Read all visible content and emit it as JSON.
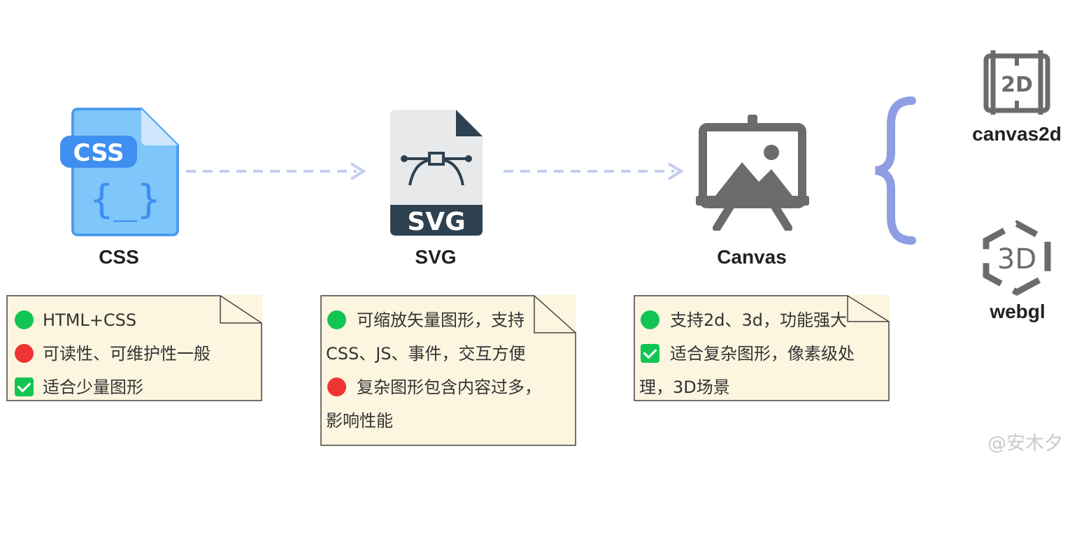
{
  "nodes": {
    "css": {
      "label": "CSS"
    },
    "svg": {
      "label": "SVG",
      "icon_text": "SVG"
    },
    "canvas": {
      "label": "Canvas"
    }
  },
  "canvas_types": {
    "canvas2d": {
      "label": "canvas2d",
      "icon_text": "2D"
    },
    "webgl": {
      "label": "webgl",
      "icon_text": "3D"
    }
  },
  "notes": {
    "css": [
      {
        "marker": "green-dot",
        "text": "HTML+CSS"
      },
      {
        "marker": "red-dot",
        "text": "可读性、可维护性一般"
      },
      {
        "marker": "check",
        "text": "适合少量图形"
      }
    ],
    "svg": [
      {
        "marker": "green-dot",
        "text": "可缩放矢量图形，支持CSS、JS、事件，交互方便"
      },
      {
        "marker": "red-dot",
        "text": "复杂图形包含内容过多，影响性能"
      }
    ],
    "canvas": [
      {
        "marker": "green-dot",
        "text": "支持2d、3d，功能强大"
      },
      {
        "marker": "check",
        "text": "适合复杂图形，像素级处理，3D场景"
      }
    ]
  },
  "watermark": "@安木夕",
  "colors": {
    "arrow": "#c3cdf0",
    "brace": "#8f9de3",
    "css_icon": "#7fc6fb",
    "svg_icon": "#2e4150",
    "canvas_icon": "#6b6b6b",
    "note_fill": "#fcf5df",
    "green": "#12c553",
    "red": "#ef3434"
  }
}
